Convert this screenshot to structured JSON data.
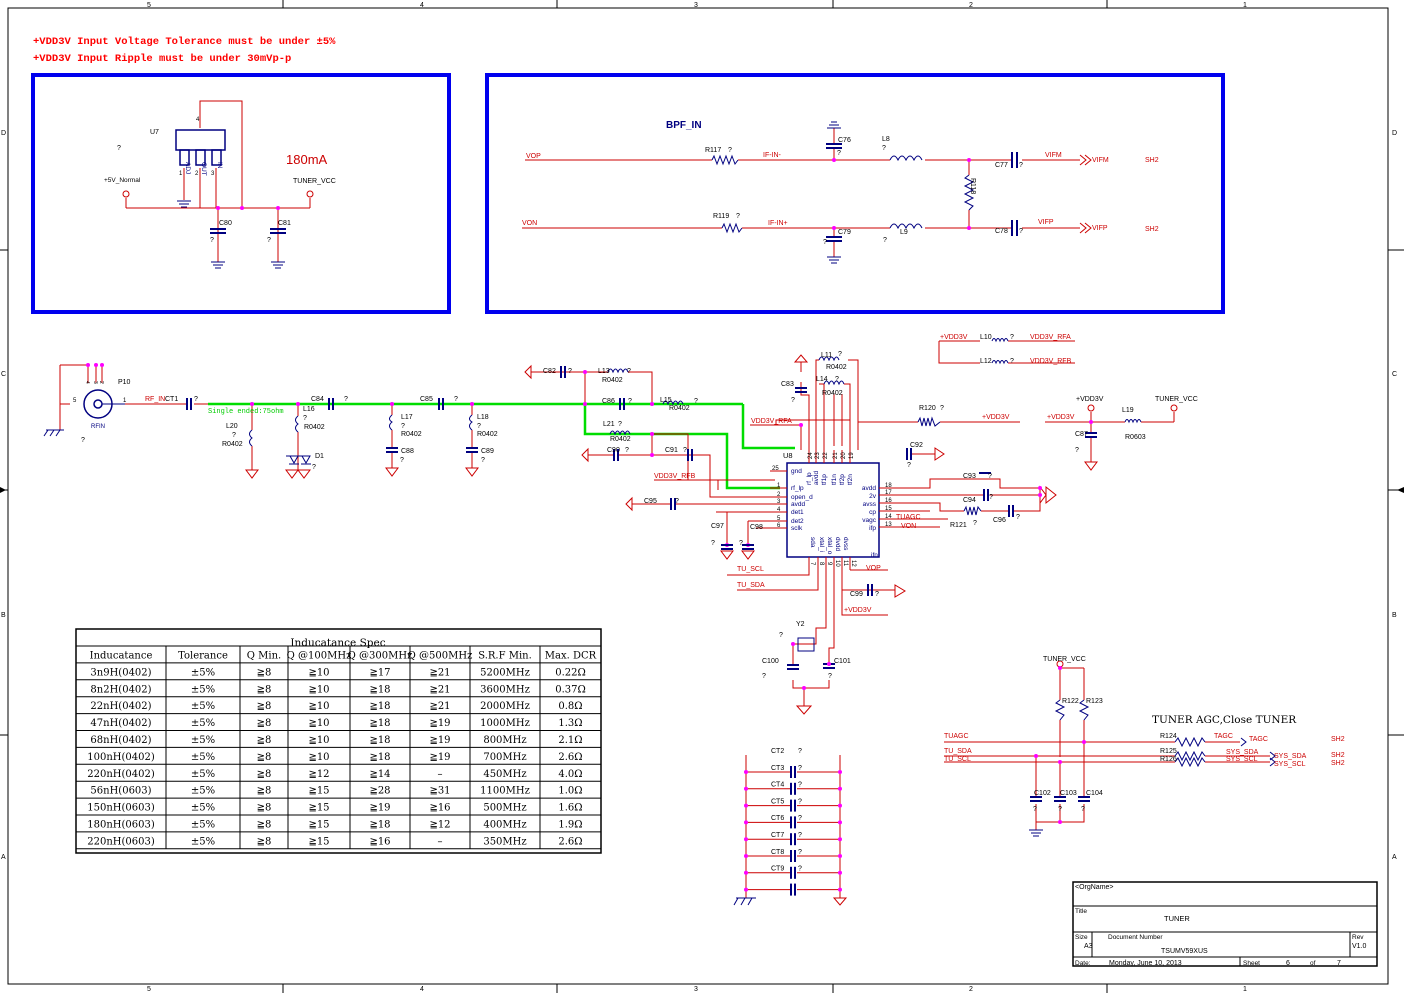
{
  "notes": [
    "+VDD3V Input Voltage Tolerance must be under ±5%",
    "+VDD3V Input Ripple must be under 30mVp-p"
  ],
  "border": {
    "cols": [
      "5",
      "4",
      "3",
      "2",
      "1"
    ],
    "rows": [
      "D",
      "C",
      "B",
      "A"
    ]
  },
  "regulator": {
    "ref": "U7",
    "q": "?",
    "pins": [
      "ADJ",
      "OUT",
      "IN"
    ],
    "pin_nums": [
      "1",
      "2",
      "3"
    ],
    "tab": "4",
    "current": "180mA",
    "in_net": "+5V_Normal",
    "out_net": "TUNER_VCC",
    "caps": [
      {
        "ref": "C80",
        "val": "?"
      },
      {
        "ref": "C81",
        "val": "?"
      }
    ]
  },
  "bpf": {
    "title": "BPF_IN",
    "vop": "VOP",
    "von": "VON",
    "r117": "R117",
    "r119": "R119",
    "q": "?",
    "ifn": "IF-IN-",
    "ifp": "IF-IN+",
    "c76": "C76",
    "c79": "C79",
    "l8": "L8",
    "l9": "L9",
    "r118": "R118",
    "c77": "C77",
    "c78": "C78",
    "vifm": "VIFM",
    "vifp": "VIFP",
    "sh": "SH2"
  },
  "rf": {
    "p10": "P10",
    "rfin": "RFIN",
    "pin5": "5",
    "pin1": "1",
    "pins_top": [
      "4",
      "3",
      "2"
    ],
    "rf_in": "RF_IN",
    "ct1": "CT1",
    "l20": "L20",
    "r0402": "R0402",
    "l16": "L16",
    "d1": "D1",
    "c84": "C84",
    "c85": "C85",
    "l17": "L17",
    "l18": "L18",
    "c88": "C88",
    "c89": "C89",
    "c82": "C82",
    "l13": "L13",
    "c86": "C86",
    "l15": "L15",
    "l21": "L21",
    "c90": "C90",
    "c91": "C91",
    "single_ended": "Single ended:75ohm",
    "vdd_rfa": "VDD3V_RFA",
    "vdd_rfb": "VDD3V_RFB",
    "c95": "C95",
    "c97": "C97",
    "c98": "C98",
    "l11": "L11",
    "l14": "L14",
    "c83": "C83",
    "q": "?"
  },
  "u8": {
    "ref": "U8",
    "left_pins": [
      {
        "n": "25",
        "name": "gnd"
      },
      {
        "n": "1",
        "name": "rf_lp"
      },
      {
        "n": "2",
        "name": "open_d"
      },
      {
        "n": "3",
        "name": "avdd"
      },
      {
        "n": "4",
        "name": "det1"
      },
      {
        "n": "5",
        "name": "det2"
      },
      {
        "n": "6",
        "name": "sclk"
      }
    ],
    "right_pins": [
      {
        "n": "18",
        "name": "avdd"
      },
      {
        "n": "17",
        "name": "2v"
      },
      {
        "n": "16",
        "name": "avss"
      },
      {
        "n": "15",
        "name": "cp"
      },
      {
        "n": "14",
        "name": "vagc"
      },
      {
        "n": "13",
        "name": "ifp"
      }
    ],
    "top_pins": [
      {
        "n": "24",
        "name": "rf_lp"
      },
      {
        "n": "23",
        "name": "avdd"
      },
      {
        "n": "22",
        "name": "tf1p"
      },
      {
        "n": "21",
        "name": "tf1n"
      },
      {
        "n": "20",
        "name": "tf2p"
      },
      {
        "n": "19",
        "name": "tf2n"
      }
    ],
    "bottom_pins": [
      {
        "n": "7",
        "name": "sda"
      },
      {
        "n": "8",
        "name": "xtal_i"
      },
      {
        "n": "9",
        "name": "xtal_o"
      },
      {
        "n": "10",
        "name": "dvdd"
      },
      {
        "n": "11",
        "name": "dvss"
      },
      {
        "n": "12",
        "name": "ifn"
      }
    ],
    "nets": {
      "tu_scl": "TU_SCL",
      "tu_sda": "TU_SDA",
      "vop": "VOP",
      "vdd": "+VDD3V",
      "tuagc": "TUAGC",
      "von": "VON"
    },
    "parts": {
      "r120": "R120",
      "c92": "C92",
      "c93": "C93",
      "c94": "C94",
      "r121": "R121",
      "c96": "C96",
      "c99": "C99",
      "y2": "Y2",
      "c100": "C100",
      "c101": "C101"
    }
  },
  "vdd_split": {
    "in": "+VDD3V",
    "l10": "L10",
    "l12": "L12",
    "rfa": "VDD3V_RFA",
    "rfb": "VDD3V_RFB"
  },
  "vcc_filter": {
    "in": "+VDD3V",
    "out": "TUNER_VCC",
    "l19": "L19",
    "r0603": "R0603",
    "c87": "C87"
  },
  "agc": {
    "title": "TUNER AGC,Close TUNER",
    "vcc": "TUNER_VCC",
    "r122": "R122",
    "r123": "R123",
    "rows": [
      {
        "net": "TUAGC",
        "r": "R124",
        "out": "TAGC",
        "sh": "SH2"
      },
      {
        "net": "TU_SDA",
        "r": "R125",
        "out": "SYS_SDA",
        "sh": "SH2"
      },
      {
        "net": "TU_SCL",
        "r": "R126",
        "out": "SYS_SCL",
        "sh": "SH2"
      }
    ],
    "caps": [
      "C102",
      "C103",
      "C104"
    ]
  },
  "ct_caps": [
    "CT2",
    "CT3",
    "CT4",
    "CT5",
    "CT6",
    "CT7",
    "CT8",
    "CT9"
  ],
  "spec": {
    "title": "Inducatance Spec",
    "headers": [
      "Inducatance",
      "Tolerance",
      "Q Min.",
      "Q @100MHz",
      "Q @300MHz",
      "Q @500MHz",
      "S.R.F Min.",
      "Max. DCR"
    ],
    "rows": [
      [
        "3n9H(0402)",
        "±5%",
        "≧8",
        "≧10",
        "≧17",
        "≧21",
        "5200MHz",
        "0.22Ω"
      ],
      [
        "8n2H(0402)",
        "±5%",
        "≧8",
        "≧10",
        "≧18",
        "≧21",
        "3600MHz",
        "0.37Ω"
      ],
      [
        "22nH(0402)",
        "±5%",
        "≧8",
        "≧10",
        "≧18",
        "≧21",
        "2000MHz",
        "0.8Ω"
      ],
      [
        "47nH(0402)",
        "±5%",
        "≧8",
        "≧10",
        "≧18",
        "≧19",
        "1000MHz",
        "1.3Ω"
      ],
      [
        "68nH(0402)",
        "±5%",
        "≧8",
        "≧10",
        "≧18",
        "≧19",
        "800MHz",
        "2.1Ω"
      ],
      [
        "100nH(0402)",
        "±5%",
        "≧8",
        "≧10",
        "≧18",
        "≧19",
        "700MHz",
        "2.6Ω"
      ],
      [
        "220nH(0402)",
        "±5%",
        "≧8",
        "≧12",
        "≧14",
        "–",
        "450MHz",
        "4.0Ω"
      ],
      [
        "56nH(0603)",
        "±5%",
        "≧8",
        "≧15",
        "≧28",
        "≧31",
        "1100MHz",
        "1.0Ω"
      ],
      [
        "150nH(0603)",
        "±5%",
        "≧8",
        "≧15",
        "≧19",
        "≧16",
        "500MHz",
        "1.6Ω"
      ],
      [
        "180nH(0603)",
        "±5%",
        "≧8",
        "≧15",
        "≧18",
        "≧12",
        "400MHz",
        "1.9Ω"
      ],
      [
        "220nH(0603)",
        "±5%",
        "≧8",
        "≧15",
        "≧16",
        "–",
        "350MHz",
        "2.6Ω"
      ]
    ]
  },
  "title_block": {
    "org": "<OrgName>",
    "title_label": "Title",
    "title": "TUNER",
    "size_label": "Size",
    "size": "A3",
    "doc_label": "Document Number",
    "doc": "TSUMV59XUS",
    "rev_label": "Rev",
    "rev": "V1.0",
    "date_label": "Date:",
    "date": "Monday, June 10, 2013",
    "sheet_label": "Sheet",
    "sheet": "6",
    "of_label": "of",
    "of": "7"
  },
  "colors": {
    "wire": "#cc0000",
    "part": "#000080",
    "junction": "#ff00ff",
    "highlight": "#00dd00",
    "frame": "#0000ee"
  }
}
